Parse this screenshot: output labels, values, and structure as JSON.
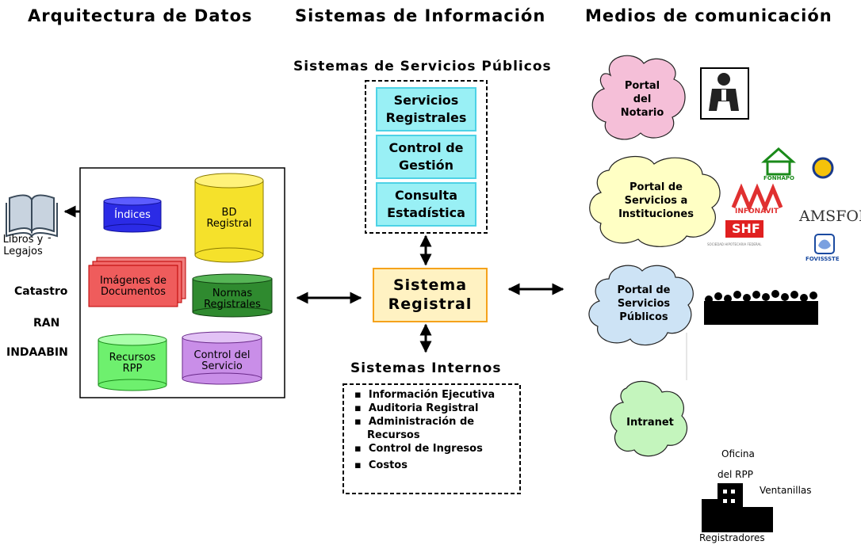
{
  "headers": {
    "col1": "Arquitectura de Datos",
    "col2": "Sistemas de Información",
    "col3": "Medios de comunicación"
  },
  "public_services": {
    "title": "Sistemas de Servicios Públicos",
    "items": [
      {
        "line1": "Servicios",
        "line2": "Registrales"
      },
      {
        "line1": "Control de",
        "line2": "Gestión"
      },
      {
        "line1": "Consulta",
        "line2": "Estadística"
      }
    ]
  },
  "registral": {
    "line1": "Sistema",
    "line2": "Registral"
  },
  "internal": {
    "title": "Sistemas Internos",
    "items": [
      "Información Ejecutiva",
      "Auditoria Registral",
      "Administración de Recursos",
      "Control de Ingresos",
      "Costos"
    ]
  },
  "data_arch": {
    "books": {
      "line1": "Libros y",
      "line2": "Legajos",
      "dash": "-"
    },
    "side_labels": [
      "Catastro",
      "RAN",
      "INDAABIN"
    ],
    "indices": "Índices",
    "bd": {
      "line1": "BD",
      "line2": "Registral"
    },
    "images": {
      "line1": "Imágenes de",
      "line2": "Documentos"
    },
    "normas": {
      "line1": "Normas",
      "line2": "Registrales"
    },
    "recursos": {
      "line1": "Recursos",
      "line2": "RPP"
    },
    "control": {
      "line1": "Control del",
      "line2": "Servicio"
    }
  },
  "media": {
    "notario": {
      "line1": "Portal",
      "line2": "del",
      "line3": "Notario"
    },
    "instituciones": {
      "line1": "Portal de",
      "line2": "Servicios a",
      "line3": "Instituciones"
    },
    "publicos": {
      "line1": "Portal de",
      "line2": "Servicios",
      "line3": "Públicos"
    },
    "intranet": "Intranet",
    "logos": {
      "fonhapo": "FONHAPO",
      "infonavit": "INFONAVIT",
      "shf": "SHF",
      "shf_sub": "SOCIEDAD HIPOTECARIA FEDERAL",
      "amsfol": "AMSFOL",
      "fovissste": "FOVISSSTE"
    },
    "oficina": {
      "line1": "Oficina",
      "line2": "del RPP",
      "ventanillas": "Ventanillas",
      "registradores": "Registradores"
    }
  },
  "colors": {
    "cyan_box": "#99f0f5",
    "cyan_border": "#4dd2e6",
    "registral_fill": "#fff2c2",
    "registral_border": "#f5a21b",
    "cloud_pink": "#f5bfd8",
    "cloud_yellow": "#ffffc4",
    "cloud_blue": "#cde3f5",
    "cloud_green": "#c4f5bd"
  }
}
